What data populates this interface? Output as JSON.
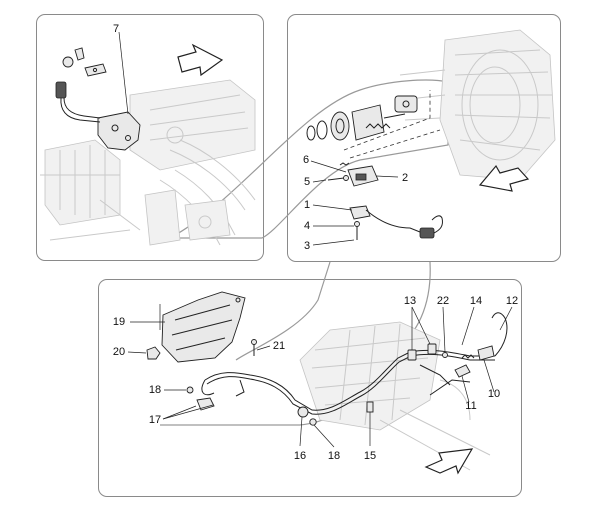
{
  "diagram": {
    "callouts": {
      "c1": "1",
      "c2": "2",
      "c3": "3",
      "c4": "4",
      "c5": "5",
      "c6": "6",
      "c7": "7",
      "c10": "10",
      "c11": "11",
      "c12": "12",
      "c13": "13",
      "c14": "14",
      "c15": "15",
      "c16": "16",
      "c17": "17",
      "c18a": "18",
      "c18b": "18",
      "c19": "19",
      "c20": "20",
      "c21": "21",
      "c22": "22"
    },
    "direction_arrows": [
      {
        "icon": "direction-arrow-icon",
        "panel": "top-left"
      },
      {
        "icon": "direction-arrow-icon",
        "panel": "top-right"
      },
      {
        "icon": "direction-arrow-icon",
        "panel": "bottom"
      }
    ],
    "colors": {
      "outline": "#222222",
      "background_art": "#c9c9c9",
      "frame": "#8a8a8a"
    }
  }
}
